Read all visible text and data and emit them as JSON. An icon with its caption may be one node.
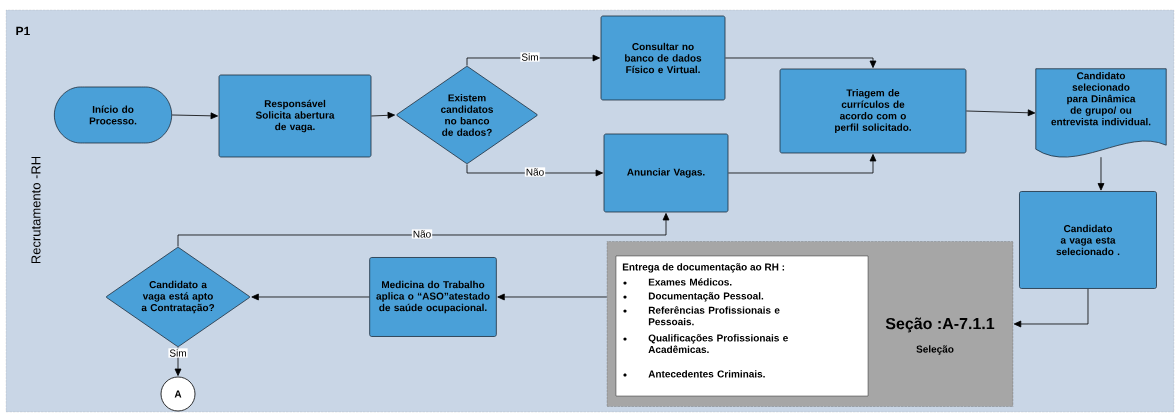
{
  "diagram": {
    "nodes": [
      {
        "text": [
          "P1",
          "Recrutamento -RH"
        ]
      },
      {
        "text": [
          "Início do Processo."
        ],
        "in": 0
      },
      {
        "text": [
          "Responsável Solicita abertura de vaga."
        ],
        "in": 0
      },
      {
        "text": [
          "Existem candidatos no banco de dados?"
        ],
        "in": 0
      },
      {
        "text": [
          "Consultar no banco de dados Físico e Virtual."
        ],
        "in": 0
      },
      {
        "text": [
          "Anunciar Vagas."
        ],
        "in": 0
      },
      {
        "text": [
          "Triagem de currículos de acordo com o perfil solicitado."
        ],
        "in": 0
      },
      {
        "text": [
          "Candidato selecionado para Dinâmica de grupo/ ou entrevista individual."
        ],
        "in": 0
      },
      {
        "text": [
          "Candidato a vaga esta selecionado ."
        ],
        "in": 0
      },
      {
        "text": [
          "Seção :A-7.1.1",
          "Seleção"
        ],
        "in": 0
      },
      {
        "text": [
          "Entrega de documentação ao RH :",
          "Exames Médicos.",
          "Documentação Pessoal.",
          "Referências Profissionais e Pessoais.",
          "Qualificações Profissionais e Acadêmicas.",
          "Antecedentes Criminais."
        ],
        "in": 9
      },
      {
        "text": [
          "Medicina do Trabalho aplica o “ASO”atestado de saúde ocupacional."
        ],
        "in": 0
      },
      {
        "text": [
          "Candidato a vaga está apto a Contratação?"
        ],
        "in": 0
      },
      {
        "text": [
          "A"
        ],
        "in": 0
      }
    ],
    "edges": [
      {
        "from": 1,
        "to": 2,
        "arrow": "to"
      },
      {
        "from": 2,
        "to": 3,
        "arrow": "to"
      },
      {
        "from": 3,
        "to": 4,
        "arrow": "to",
        "label": "Sim"
      },
      {
        "from": 3,
        "to": 5,
        "arrow": "to",
        "label": "Não"
      },
      {
        "from": 4,
        "to": 6,
        "arrow": "to"
      },
      {
        "from": 5,
        "to": 6,
        "arrow": "to"
      },
      {
        "from": 6,
        "to": 7,
        "arrow": "to"
      },
      {
        "from": 7,
        "to": 8,
        "arrow": "to"
      },
      {
        "from": 8,
        "to": 9,
        "arrow": "to"
      },
      {
        "from": 9,
        "to": 11,
        "arrow": "to"
      },
      {
        "from": 11,
        "to": 12,
        "arrow": "to"
      },
      {
        "from": 12,
        "to": 5,
        "arrow": "to",
        "label": "Não"
      },
      {
        "from": 12,
        "to": 13,
        "arrow": "to",
        "label": "Sim"
      }
    ]
  }
}
